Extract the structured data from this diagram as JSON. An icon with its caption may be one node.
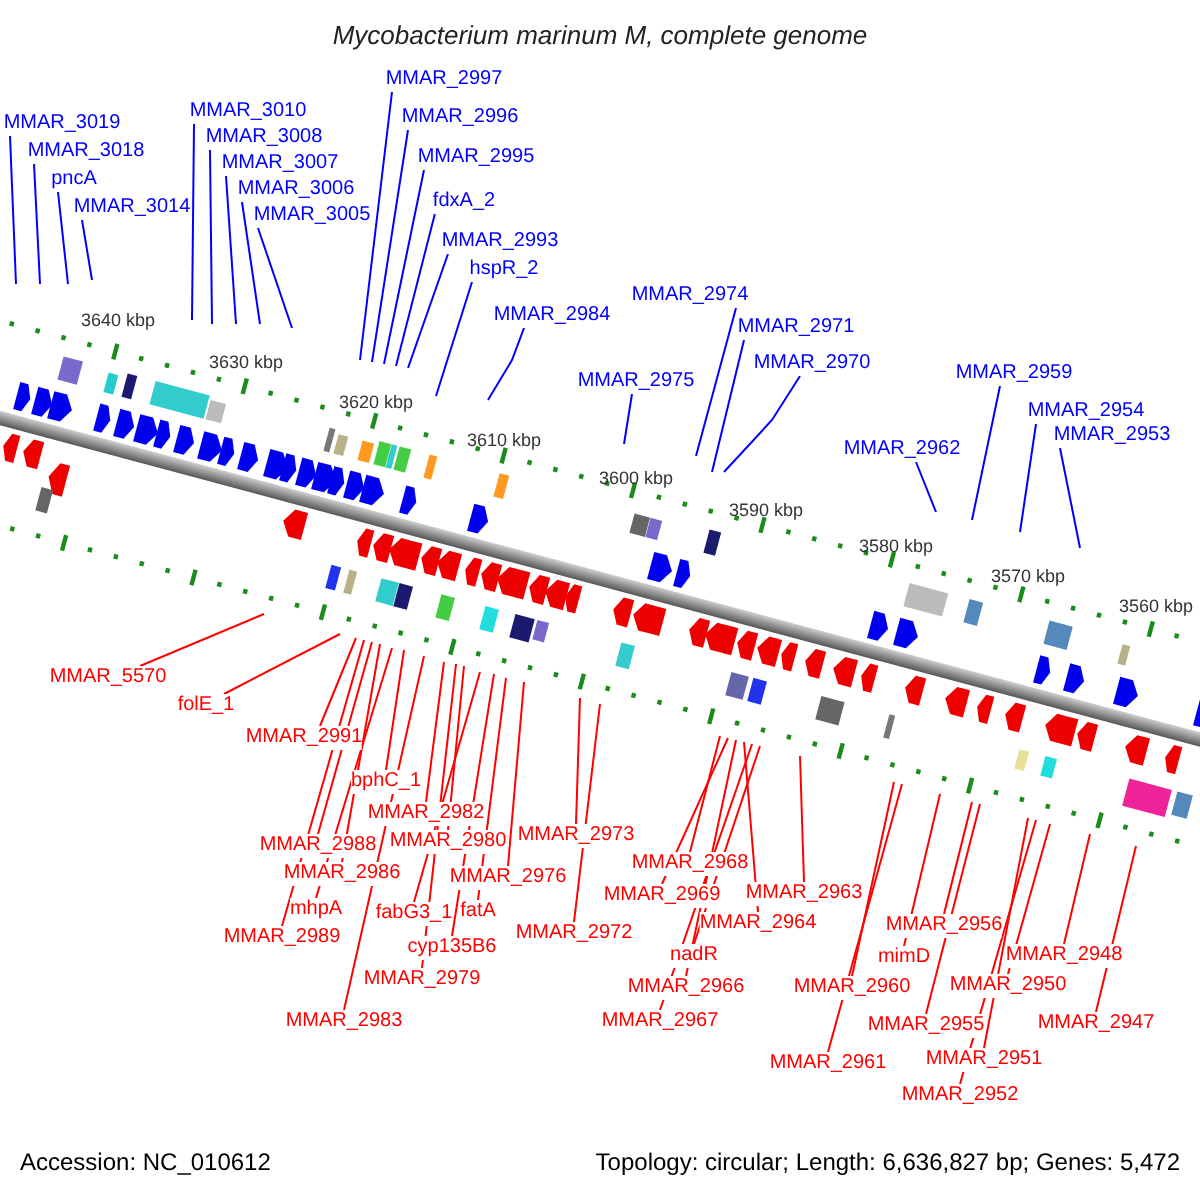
{
  "diagram": {
    "title": "Mycobacterium marinum M, complete genome",
    "nodes": [
      {
        "text": [
          "MMAR_2997"
        ]
      },
      {
        "text": [
          "MMAR_3010"
        ]
      },
      {
        "text": [
          "MMAR_2996"
        ]
      },
      {
        "text": [
          "MMAR_3019"
        ]
      },
      {
        "text": [
          "MMAR_3008"
        ]
      },
      {
        "text": [
          "MMAR_3018"
        ]
      },
      {
        "text": [
          "MMAR_2995"
        ]
      },
      {
        "text": [
          "MMAR_3007"
        ]
      },
      {
        "text": [
          "pncA"
        ]
      },
      {
        "text": [
          "MMAR_3006"
        ]
      },
      {
        "text": [
          "fdxA_2"
        ]
      },
      {
        "text": [
          "MMAR_3014"
        ]
      },
      {
        "text": [
          "MMAR_3005"
        ]
      },
      {
        "text": [
          "MMAR_2993"
        ]
      },
      {
        "text": [
          "hspR_2"
        ]
      },
      {
        "text": [
          "MMAR_2974"
        ]
      },
      {
        "text": [
          "MMAR_2984"
        ]
      },
      {
        "text": [
          "MMAR_2971"
        ]
      },
      {
        "text": [
          "MMAR_2970"
        ]
      },
      {
        "text": [
          "MMAR_2959"
        ]
      },
      {
        "text": [
          "MMAR_2975"
        ]
      },
      {
        "text": [
          "MMAR_2954"
        ]
      },
      {
        "text": [
          "MMAR_2953"
        ]
      },
      {
        "text": [
          "MMAR_2962"
        ]
      },
      {
        "text": [
          "MMAR_5570"
        ]
      },
      {
        "text": [
          "folE_1"
        ]
      },
      {
        "text": [
          "MMAR_2991"
        ]
      },
      {
        "text": [
          "bphC_1"
        ]
      },
      {
        "text": [
          "MMAR_2982"
        ]
      },
      {
        "text": [
          "MMAR_2973"
        ]
      },
      {
        "text": [
          "MMAR_2980"
        ]
      },
      {
        "text": [
          "MMAR_2988"
        ]
      },
      {
        "text": [
          "MMAR_2968"
        ]
      },
      {
        "text": [
          "MMAR_2986"
        ]
      },
      {
        "text": [
          "MMAR_2976"
        ]
      },
      {
        "text": [
          "MMAR_2963"
        ]
      },
      {
        "text": [
          "MMAR_2969"
        ]
      },
      {
        "text": [
          "mhpA"
        ]
      },
      {
        "text": [
          "fatA"
        ]
      },
      {
        "text": [
          "fabG3_1"
        ]
      },
      {
        "text": [
          "MMAR_2964"
        ]
      },
      {
        "text": [
          "MMAR_2956"
        ]
      },
      {
        "text": [
          "MMAR_2972"
        ]
      },
      {
        "text": [
          "MMAR_2989"
        ]
      },
      {
        "text": [
          "cyp135B6"
        ]
      },
      {
        "text": [
          "nadR"
        ]
      },
      {
        "text": [
          "MMAR_2948"
        ]
      },
      {
        "text": [
          "mimD"
        ]
      },
      {
        "text": [
          "MMAR_2979"
        ]
      },
      {
        "text": [
          "MMAR_2950"
        ]
      },
      {
        "text": [
          "MMAR_2960"
        ]
      },
      {
        "text": [
          "MMAR_2966"
        ]
      },
      {
        "text": [
          "MMAR_2983"
        ]
      },
      {
        "text": [
          "MMAR_2967"
        ]
      },
      {
        "text": [
          "MMAR_2947"
        ]
      },
      {
        "text": [
          "MMAR_2955"
        ]
      },
      {
        "text": [
          "MMAR_2951"
        ]
      },
      {
        "text": [
          "MMAR_2961"
        ]
      },
      {
        "text": [
          "MMAR_2952"
        ]
      }
    ],
    "edges": [
      {
        "from": 0,
        "to": null,
        "arrow": "none",
        "color": "#0000ff"
      },
      {
        "from": 1,
        "to": null,
        "arrow": "none",
        "color": "#0000ff"
      },
      {
        "from": 2,
        "to": null,
        "arrow": "none",
        "color": "#0000ff"
      },
      {
        "from": 3,
        "to": null,
        "arrow": "none",
        "color": "#0000ff"
      },
      {
        "from": 4,
        "to": null,
        "arrow": "none",
        "color": "#0000ff"
      },
      {
        "from": 5,
        "to": null,
        "arrow": "none",
        "color": "#0000ff"
      },
      {
        "from": 6,
        "to": null,
        "arrow": "none",
        "color": "#0000ff"
      },
      {
        "from": 7,
        "to": null,
        "arrow": "none",
        "color": "#0000ff"
      },
      {
        "from": 8,
        "to": null,
        "arrow": "none",
        "color": "#0000ff"
      },
      {
        "from": 9,
        "to": null,
        "arrow": "none",
        "color": "#0000ff"
      },
      {
        "from": 10,
        "to": null,
        "arrow": "none",
        "color": "#0000ff"
      },
      {
        "from": 11,
        "to": null,
        "arrow": "none",
        "color": "#0000ff"
      },
      {
        "from": 12,
        "to": null,
        "arrow": "none",
        "color": "#0000ff"
      },
      {
        "from": 13,
        "to": null,
        "arrow": "none",
        "color": "#0000ff"
      },
      {
        "from": 14,
        "to": null,
        "arrow": "none",
        "color": "#0000ff"
      },
      {
        "from": 15,
        "to": null,
        "arrow": "none",
        "color": "#0000ff"
      },
      {
        "from": 16,
        "to": null,
        "arrow": "none",
        "color": "#0000ff"
      },
      {
        "from": 17,
        "to": null,
        "arrow": "none",
        "color": "#0000ff"
      },
      {
        "from": 18,
        "to": null,
        "arrow": "none",
        "color": "#0000ff"
      },
      {
        "from": 19,
        "to": null,
        "arrow": "none",
        "color": "#0000ff"
      },
      {
        "from": 20,
        "to": null,
        "arrow": "none",
        "color": "#0000ff"
      },
      {
        "from": 21,
        "to": null,
        "arrow": "none",
        "color": "#0000ff"
      },
      {
        "from": 22,
        "to": null,
        "arrow": "none",
        "color": "#0000ff"
      },
      {
        "from": 23,
        "to": null,
        "arrow": "none",
        "color": "#0000ff"
      },
      {
        "from": 24,
        "to": null,
        "arrow": "none"
      },
      {
        "from": 25,
        "to": null,
        "arrow": "none"
      },
      {
        "from": 26,
        "to": null,
        "arrow": "none"
      },
      {
        "from": 27,
        "to": null,
        "arrow": "none"
      },
      {
        "from": 28,
        "to": null,
        "arrow": "none"
      },
      {
        "from": 29,
        "to": null,
        "arrow": "none"
      },
      {
        "from": 30,
        "to": null,
        "arrow": "none"
      },
      {
        "from": 31,
        "to": null,
        "arrow": "none"
      },
      {
        "from": 32,
        "to": null,
        "arrow": "none"
      },
      {
        "from": 33,
        "to": null,
        "arrow": "none"
      },
      {
        "from": 34,
        "to": null,
        "arrow": "none"
      },
      {
        "from": 35,
        "to": null,
        "arrow": "none"
      },
      {
        "from": 36,
        "to": null,
        "arrow": "none"
      },
      {
        "from": 37,
        "to": null,
        "arrow": "none"
      },
      {
        "from": 38,
        "to": null,
        "arrow": "none"
      },
      {
        "from": 39,
        "to": null,
        "arrow": "none"
      },
      {
        "from": 40,
        "to": null,
        "arrow": "none"
      },
      {
        "from": 41,
        "to": null,
        "arrow": "none"
      },
      {
        "from": 42,
        "to": null,
        "arrow": "none"
      },
      {
        "from": 43,
        "to": null,
        "arrow": "none"
      },
      {
        "from": 44,
        "to": null,
        "arrow": "none"
      },
      {
        "from": 45,
        "to": null,
        "arrow": "none"
      },
      {
        "from": 46,
        "to": null,
        "arrow": "none"
      },
      {
        "from": 47,
        "to": null,
        "arrow": "none"
      },
      {
        "from": 48,
        "to": null,
        "arrow": "none"
      },
      {
        "from": 49,
        "to": null,
        "arrow": "none"
      },
      {
        "from": 50,
        "to": null,
        "arrow": "none"
      },
      {
        "from": 51,
        "to": null,
        "arrow": "none"
      },
      {
        "from": 52,
        "to": null,
        "arrow": "none"
      },
      {
        "from": 53,
        "to": null,
        "arrow": "none"
      },
      {
        "from": 54,
        "to": null,
        "arrow": "none"
      },
      {
        "from": 55,
        "to": null,
        "arrow": "none"
      },
      {
        "from": 56,
        "to": null,
        "arrow": "none"
      },
      {
        "from": 57,
        "to": null,
        "arrow": "none"
      },
      {
        "from": 58,
        "to": null,
        "arrow": "none"
      }
    ],
    "labels": [
      "3640 kbp",
      "3630 kbp",
      "3620 kbp",
      "3610 kbp",
      "3600 kbp",
      "3590 kbp",
      "3580 kbp",
      "3570 kbp",
      "3560 kbp",
      "Accession: NC_010612",
      "Topology: circular; Length: 6,636,827 bp; Genes: 5,472"
    ]
  }
}
